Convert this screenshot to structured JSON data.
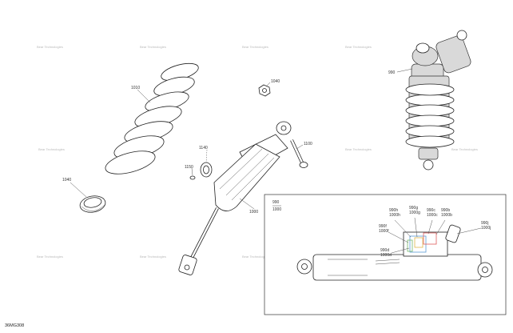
{
  "figure_code": "36MG308",
  "watermark_text": "Bear Technologies",
  "callouts": {
    "spring": "1010",
    "spring_seat": "1040",
    "nut": "1040",
    "bolt": "1100",
    "washer": "1150",
    "bumper": "1140",
    "shock": "1000",
    "shock_assembly": "990"
  },
  "inset": {
    "title_top": "990",
    "title_bottom": "1000",
    "labels": [
      "990h\n1000h",
      "990g\n1000g",
      "990c\n1000c",
      "990b\n1000b",
      "990f\n1000f",
      "990d\n1000d",
      "990j\n1000j"
    ]
  }
}
